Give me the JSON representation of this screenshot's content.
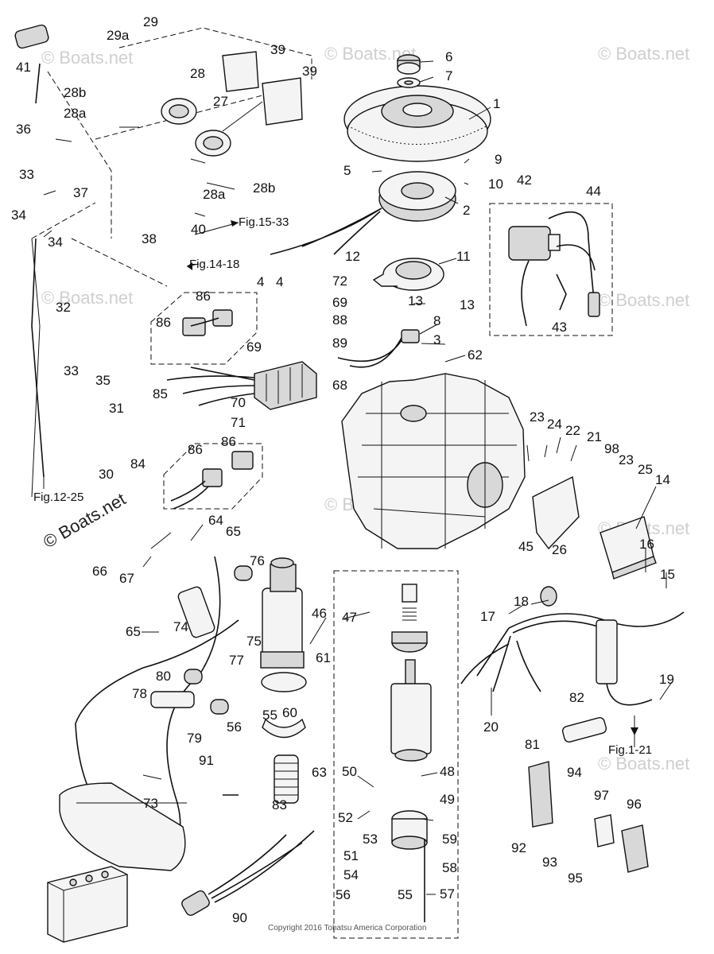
{
  "watermarks": [
    "© Boats.net",
    "© Boats.net",
    "© Boats.net",
    "© Boats.net",
    "© Boats.net",
    "© Boats.net",
    "© Boats.net",
    "© Boats.net"
  ],
  "watermark_main": "© Boats.net",
  "copyright": "Copyright 2016 Tohatsu America Corporation",
  "references": {
    "fig_15_33": "Fig.15-33",
    "fig_14_18": "Fig.14-18",
    "fig_12_25": "Fig.12-25",
    "fig_1_21": "Fig.1-21"
  },
  "callouts": {
    "c1": "1",
    "c2": "2",
    "c3": "3",
    "c4a": "4",
    "c4b": "4",
    "c5": "5",
    "c6": "6",
    "c7": "7",
    "c8": "8",
    "c9": "9",
    "c10": "10",
    "c11": "11",
    "c12": "12",
    "c13a": "13",
    "c13b": "13",
    "c14": "14",
    "c15": "15",
    "c16": "16",
    "c17": "17",
    "c18": "18",
    "c19": "19",
    "c20": "20",
    "c21": "21",
    "c22": "22",
    "c23a": "23",
    "c23b": "23",
    "c24": "24",
    "c25": "25",
    "c26": "26",
    "c27": "27",
    "c28": "28",
    "c28a1": "28a",
    "c28a2": "28a",
    "c28b1": "28b",
    "c28b2": "28b",
    "c29": "29",
    "c29a": "29a",
    "c30": "30",
    "c31": "31",
    "c32": "32",
    "c33a": "33",
    "c33b": "33",
    "c34a": "34",
    "c34b": "34",
    "c35": "35",
    "c36": "36",
    "c37": "37",
    "c38": "38",
    "c39a": "39",
    "c39b": "39",
    "c40": "40",
    "c41": "41",
    "c42": "42",
    "c43": "43",
    "c44": "44",
    "c45": "45",
    "c46": "46",
    "c47": "47",
    "c48": "48",
    "c49": "49",
    "c50": "50",
    "c51": "51",
    "c52": "52",
    "c53": "53",
    "c54": "54",
    "c55a": "55",
    "c55b": "55",
    "c56a": "56",
    "c56b": "56",
    "c57": "57",
    "c58": "58",
    "c59": "59",
    "c60": "60",
    "c61": "61",
    "c62": "62",
    "c63": "63",
    "c64": "64",
    "c65a": "65",
    "c65b": "65",
    "c66": "66",
    "c67": "67",
    "c68": "68",
    "c69a": "69",
    "c69b": "69",
    "c70": "70",
    "c71": "71",
    "c72": "72",
    "c73": "73",
    "c74": "74",
    "c75": "75",
    "c76": "76",
    "c77": "77",
    "c78": "78",
    "c79": "79",
    "c80": "80",
    "c81": "81",
    "c82": "82",
    "c83": "83",
    "c84": "84",
    "c85": "85",
    "c86a": "86",
    "c86b": "86",
    "c86c": "86",
    "c86d": "86",
    "c88": "88",
    "c89": "89",
    "c90": "90",
    "c91": "91",
    "c92": "92",
    "c93": "93",
    "c94": "94",
    "c95": "95",
    "c96": "96",
    "c97": "97",
    "c98": "98"
  }
}
